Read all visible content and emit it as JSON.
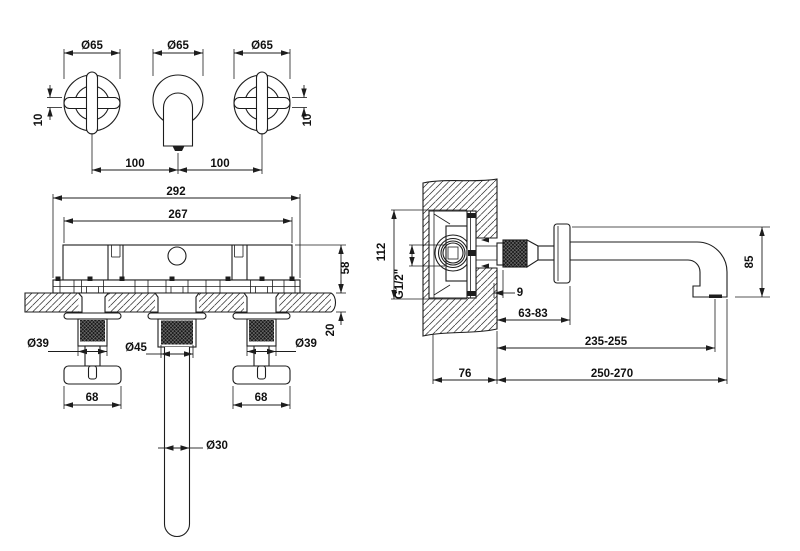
{
  "meta": {
    "drawing_type": "faucet technical drawing",
    "background_color": "#ffffff",
    "line_color": "#1d1d1d"
  },
  "top_view": {
    "dia_left": "Ø65",
    "dia_center": "Ø65",
    "dia_right": "Ø65",
    "thickness_left": "10",
    "thickness_right": "10",
    "spacing_left": "100",
    "spacing_right": "100"
  },
  "front_view": {
    "overall_width": "292",
    "body_width": "267",
    "body_depth": "58",
    "wall_thickness": "20",
    "valve_dia_left": "Ø39",
    "spout_base_dia": "Ø45",
    "valve_dia_right": "Ø39",
    "handle_width_left": "68",
    "handle_width_right": "68",
    "spout_tube_dia": "Ø30"
  },
  "side_view": {
    "rough_in_height": "112",
    "thread_size": "G1/2\"",
    "face_gap": "9",
    "spout_base_range": "63-83",
    "spout_tip_range": "235-255",
    "rough_in_depth": "76",
    "total_reach": "250-270",
    "drop_height": "85"
  }
}
